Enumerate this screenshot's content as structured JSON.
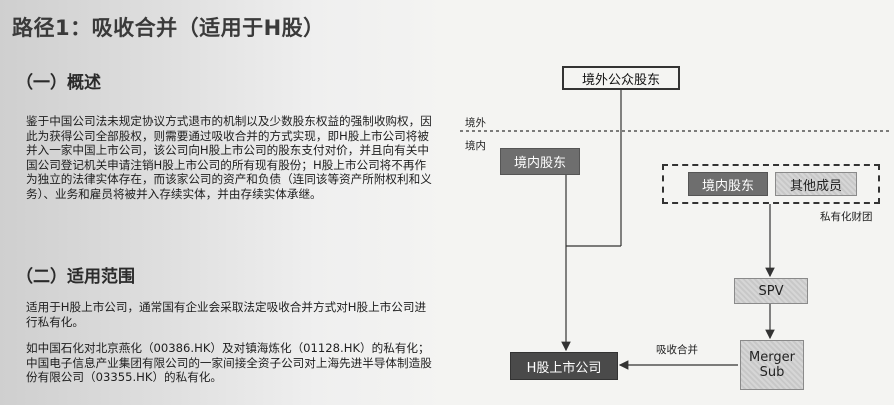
{
  "title": "路径1：吸收合并（适用于H股）",
  "section1": {
    "heading": "（一）概述",
    "text": "鉴于中国公司法未规定协议方式退市的机制以及少数股东权益的强制收购权，因此为获得公司全部股权，则需要通过吸收合并的方式实现，即H股上市公司将被并入一家中国上市公司，该公司向H股上市公司的股东支付对价，并且向有关中国公司登记机关申请注销H股上市公司的所有现有股份；H股上市公司将不再作为独立的法律实体存在，而该家公司的资产和负债（连同该等资产所附权利和义务）、业务和雇员将被并入存续实体，并由存续实体承继。"
  },
  "section2": {
    "heading": "（二）适用范围",
    "p1": "适用于H股上市公司，通常国有企业会采取法定吸收合并方式对H股上市公司进行私有化。",
    "p2": "如中国石化对北京燕化（00386.HK）及对镇海炼化（01128.HK）的私有化；中国电子信息产业集团有限公司的一家间接全资子公司对上海先进半导体制造股份有限公司（03355.HK）的私有化。"
  },
  "diagram": {
    "foreign_public": "境外公众股东",
    "label_outside": "境外",
    "label_inside": "境内",
    "domestic_shareholders": "境内股东",
    "group_domestic": "境内股东",
    "group_other": "其他成员",
    "group_label": "私有化财团",
    "spv": "SPV",
    "h_company": "H股上市公司",
    "merger_sub_line1": "Merger",
    "merger_sub_line2": "Sub",
    "merge_label": "吸收合并"
  },
  "colors": {
    "dark_box": "#6e6e6e",
    "darkest_box": "#4a4a4a",
    "light_box": "#cfcfcf"
  }
}
